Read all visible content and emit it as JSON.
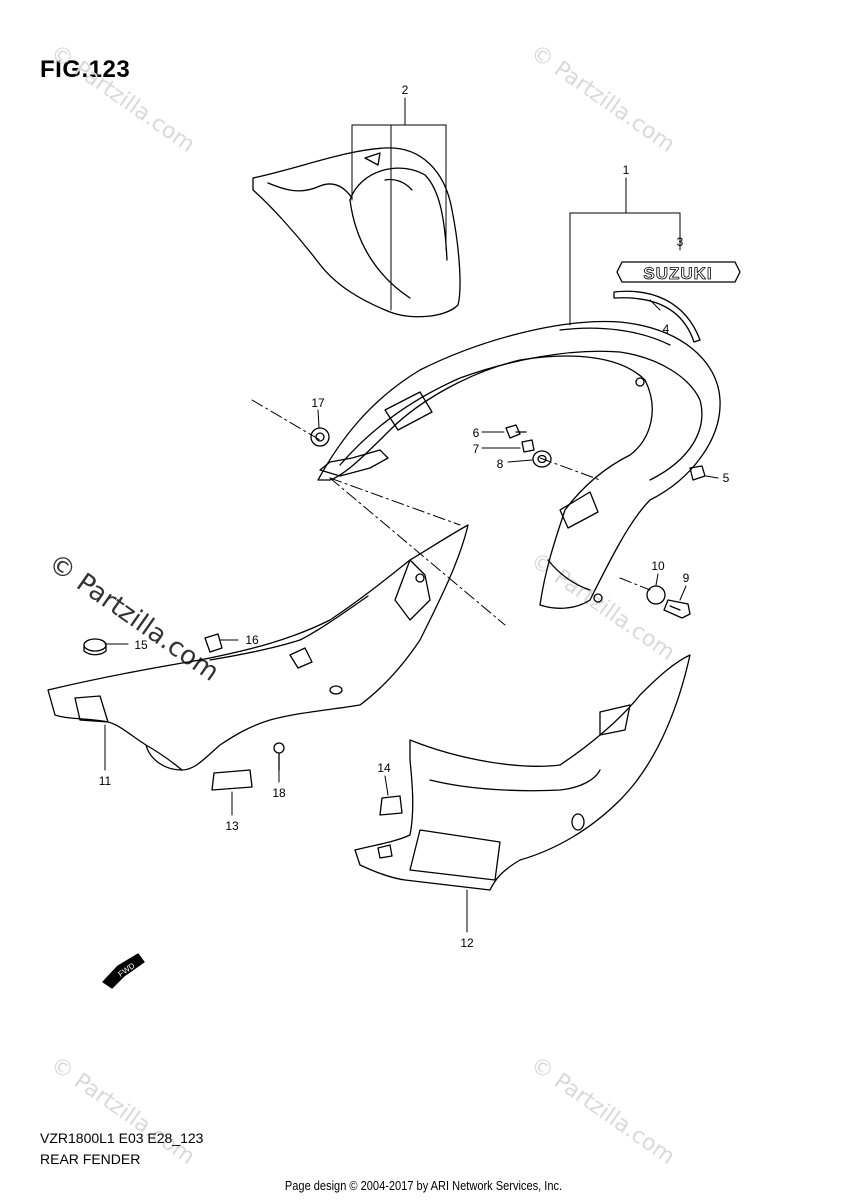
{
  "figure": {
    "title": "FIG.123"
  },
  "model_code": "VZR1800L1 E03 E28_123",
  "part_group": "REAR FENDER",
  "footer": "Page design © 2004-2017 by ARI Network Services, Inc.",
  "watermark": "© Partzilla.com",
  "badge_text": "SUZUKI",
  "fwd_text": "FWD",
  "callouts": [
    "1",
    "2",
    "3",
    "4",
    "5",
    "6",
    "7",
    "8",
    "9",
    "10",
    "11",
    "12",
    "13",
    "14",
    "15",
    "16",
    "17",
    "18"
  ]
}
